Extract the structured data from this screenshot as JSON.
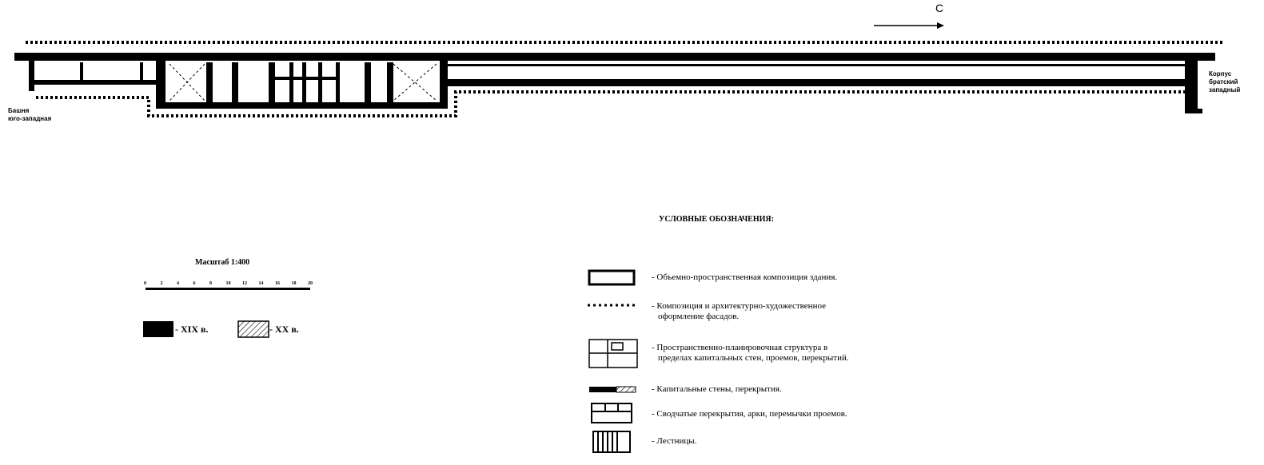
{
  "north_label": "С",
  "labels": {
    "left_tower": [
      "Башня",
      "юго-западная"
    ],
    "right_building": [
      "Корпус",
      "братский",
      "западный"
    ]
  },
  "scale": {
    "title": "Масштаб 1:400",
    "ticks": [
      "0",
      "2",
      "4",
      "6",
      "8",
      "10",
      "12",
      "14",
      "16",
      "18",
      "20"
    ]
  },
  "periods": [
    {
      "label": "- XIX в.",
      "fill": "solid"
    },
    {
      "label": "- XX в.",
      "fill": "hatched"
    }
  ],
  "legend": {
    "title": "УСЛОВНЫЕ ОБОЗНАЧЕНИЯ:",
    "items": [
      {
        "icon": "rectangle-outline-icon",
        "text": [
          "- Объемно-пространственная композиция здания."
        ]
      },
      {
        "icon": "dotted-line-icon",
        "text": [
          "- Композиция и архитектурно-художественное",
          "оформление фасадов."
        ]
      },
      {
        "icon": "floor-plan-icon",
        "text": [
          "- Пространственно-планировочная структура  в",
          "пределах капитальных стен,  проемов,  перекрытий."
        ]
      },
      {
        "icon": "wall-bar-icon",
        "text": [
          "- Капитальные стены, перекрытия."
        ]
      },
      {
        "icon": "vault-icon",
        "text": [
          "- Сводчатые перекрытия, арки, перемычки проемов."
        ]
      },
      {
        "icon": "stairs-icon",
        "text": [
          "- Лестницы."
        ]
      }
    ]
  }
}
